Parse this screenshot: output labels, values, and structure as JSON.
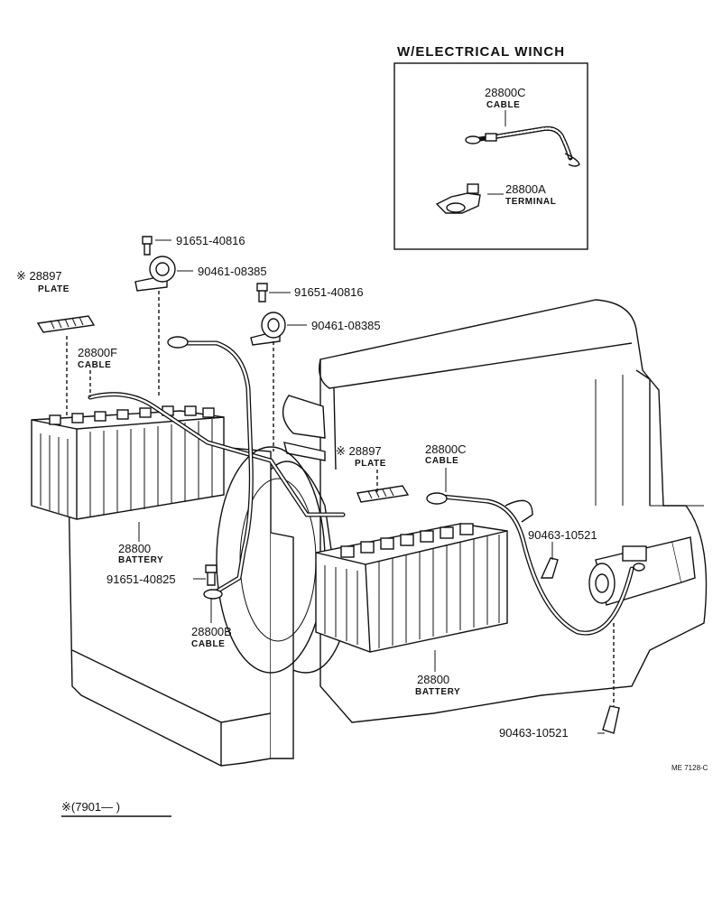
{
  "inset": {
    "title": "W/ELECTRICAL WINCH",
    "cable_part": "28800C",
    "cable_label": "CABLE",
    "terminal_part": "28800A",
    "terminal_label": "TERMINAL"
  },
  "callouts": {
    "bolt_top": "91651-40816",
    "clamp_top": "90461-08385",
    "bolt_mid": "91651-40816",
    "clamp_mid": "90461-08385",
    "plate_left_part": "※ 28897",
    "plate_left_label": "PLATE",
    "cable_f_part": "28800F",
    "cable_f_label": "CABLE",
    "battery_left_part": "28800",
    "battery_left_label": "BATTERY",
    "bolt_low": "91651-40825",
    "cable_b_part": "28800B",
    "cable_b_label": "CABLE",
    "plate_right_part": "※ 28897",
    "plate_right_label": "PLATE",
    "cable_c_part": "28800C",
    "cable_c_label": "CABLE",
    "boot_upper": "90463-10521",
    "battery_right_part": "28800",
    "battery_right_label": "BATTERY",
    "boot_lower": "90463-10521"
  },
  "footnote": "※(7901—        )",
  "ref_code": "ME  7128-C"
}
